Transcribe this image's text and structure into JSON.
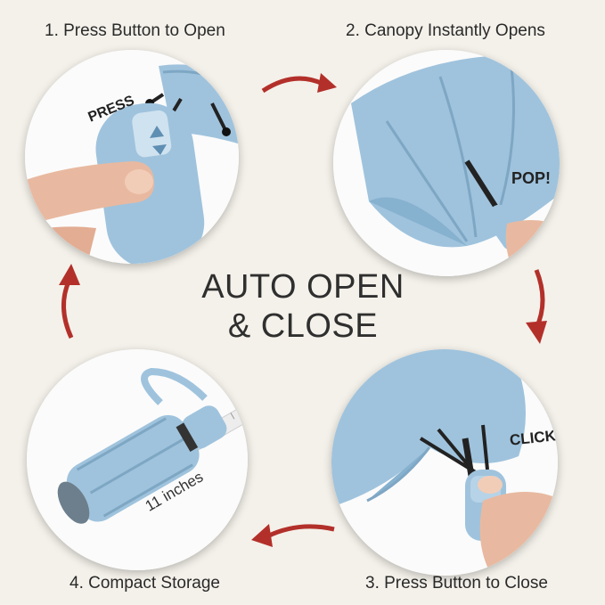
{
  "steps": [
    {
      "label": "1. Press Button to Open",
      "callout": "PRESS"
    },
    {
      "label": "2. Canopy Instantly Opens",
      "callout": "POP!"
    },
    {
      "label": "3. Press Button to Close",
      "callout": "CLICK"
    },
    {
      "label": "4. Compact Storage",
      "callout": "11 inches"
    }
  ],
  "center": {
    "line1": "AUTO OPEN",
    "line2": "& CLOSE"
  },
  "colors": {
    "background": "#f4f1ea",
    "umbrella_blue": "#9fc3dd",
    "arrow_red": "#b3302a"
  }
}
